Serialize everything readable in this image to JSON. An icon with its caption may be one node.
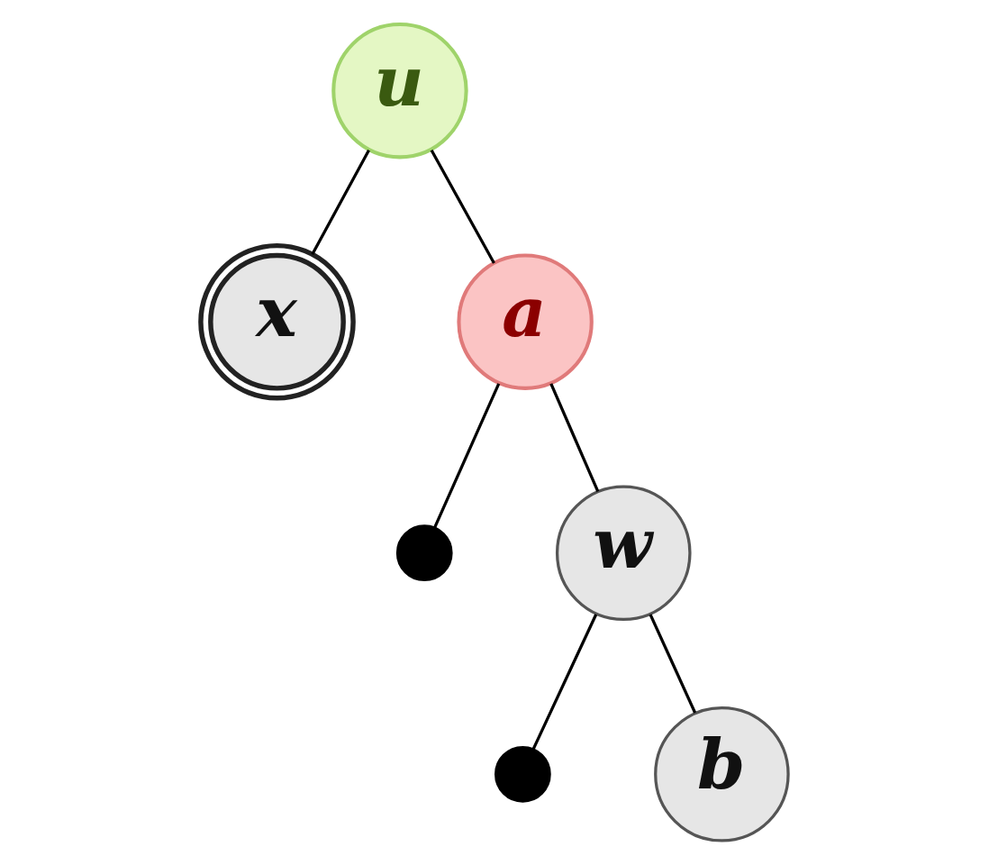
{
  "diagram": {
    "nodes": [
      {
        "text": [
          "u"
        ]
      },
      {
        "text": [
          "x"
        ]
      },
      {
        "text": [
          "a"
        ]
      },
      {
        "text": [],
        "shape": "circle"
      },
      {
        "text": [
          "w"
        ]
      },
      {
        "text": [],
        "shape": "circle"
      },
      {
        "text": [
          "b"
        ]
      }
    ],
    "edges": [
      {
        "from": 0,
        "to": 1,
        "arrow": "none"
      },
      {
        "from": 0,
        "to": 2,
        "arrow": "none"
      },
      {
        "from": 2,
        "to": 3,
        "arrow": "none"
      },
      {
        "from": 2,
        "to": 4,
        "arrow": "none"
      },
      {
        "from": 4,
        "to": 5,
        "arrow": "none"
      },
      {
        "from": 4,
        "to": 6,
        "arrow": "none"
      }
    ]
  }
}
